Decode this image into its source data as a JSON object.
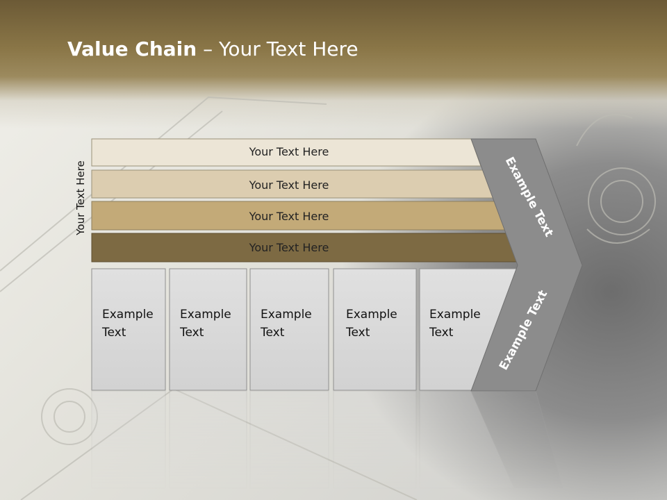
{
  "title": {
    "bold": "Value Chain",
    "rest": " – Your Text Here"
  },
  "side_label": "Your Text Here",
  "bars": [
    {
      "label": "Your Text Here",
      "color": "#ece5d6"
    },
    {
      "label": "Your Text Here",
      "color": "#dccdb0"
    },
    {
      "label": "Your Text Here",
      "color": "#c3aa78"
    },
    {
      "label": "Your Text Here",
      "color": "#7d6a43"
    }
  ],
  "boxes": [
    {
      "line1": "Example",
      "line2": "Text"
    },
    {
      "line1": "Example",
      "line2": "Text"
    },
    {
      "line1": "Example",
      "line2": "Text"
    },
    {
      "line1": "Example",
      "line2": "Text"
    },
    {
      "line1": "Example",
      "line2": "Text"
    }
  ],
  "chevron": {
    "upper_label": "Example Text",
    "lower_label": "Example Text",
    "color": "#8c8c8c"
  },
  "colors": {
    "title_text": "#ffffff",
    "box_fill": "#d9d9d9",
    "box_border": "#8f8f8f"
  }
}
